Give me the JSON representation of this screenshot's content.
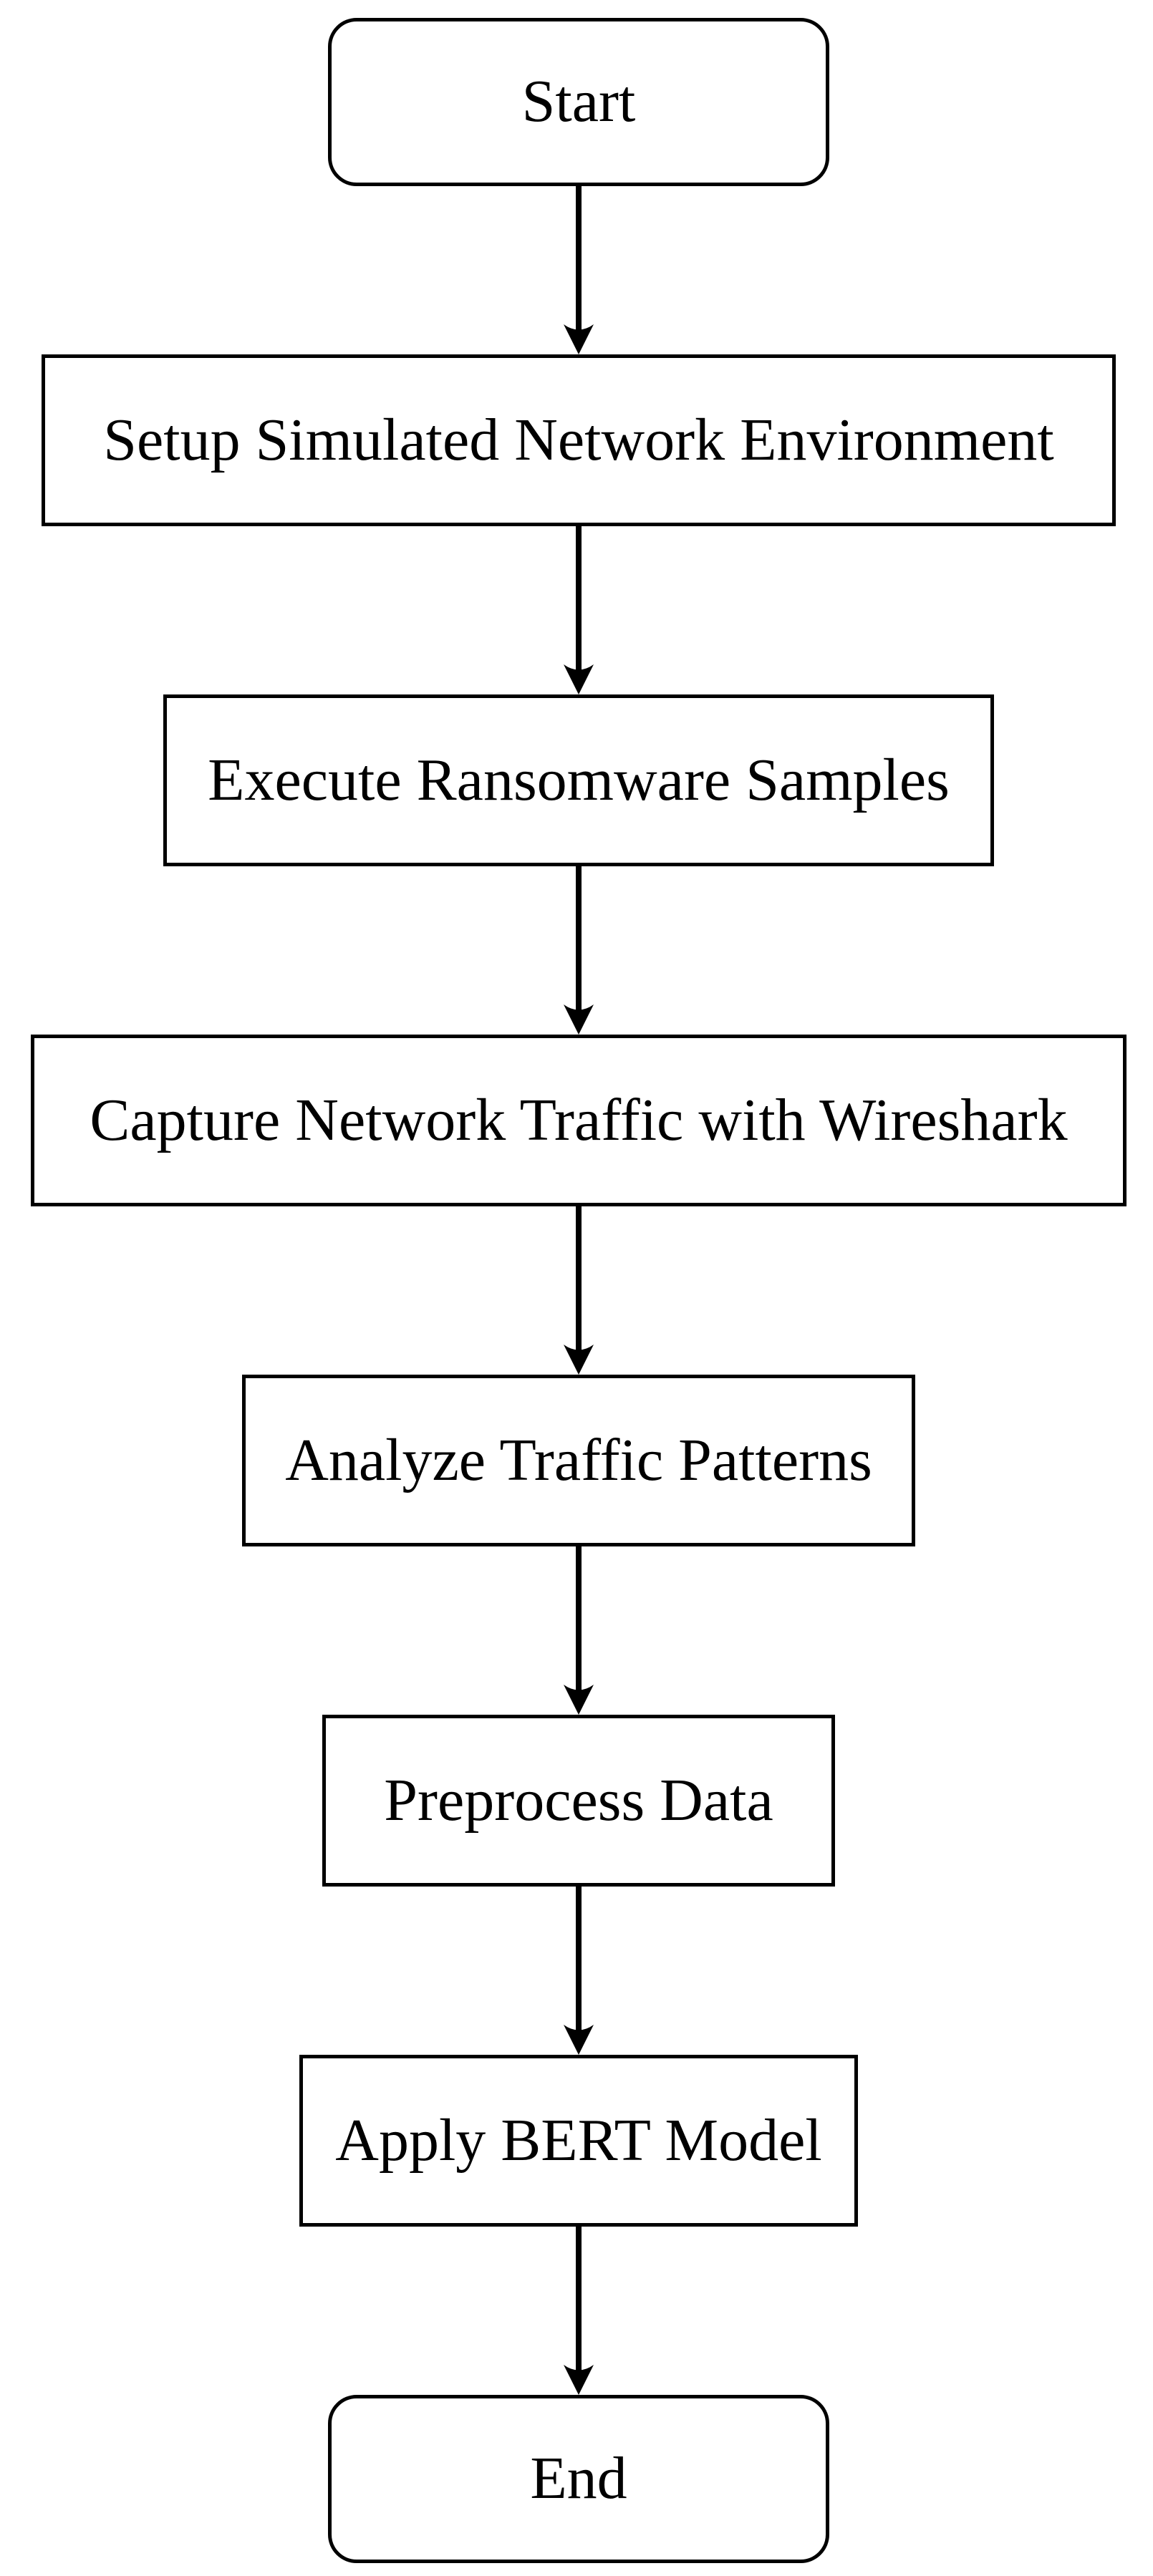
{
  "diagram": {
    "type": "flowchart",
    "direction": "top-down",
    "colors": {
      "background": "#ffffff",
      "node_fill": "#ffffff",
      "node_stroke": "#000000",
      "text": "#000000",
      "arrow": "#000000"
    },
    "nodes": [
      {
        "id": "start",
        "label": "Start",
        "shape": "rounded-terminator"
      },
      {
        "id": "setup",
        "label": "Setup Simulated Network Environment",
        "shape": "process-rect"
      },
      {
        "id": "execute",
        "label": "Execute Ransomware Samples",
        "shape": "process-rect"
      },
      {
        "id": "capture",
        "label": "Capture Network Traffic with Wireshark",
        "shape": "process-rect"
      },
      {
        "id": "analyze",
        "label": "Analyze Traffic Patterns",
        "shape": "process-rect"
      },
      {
        "id": "preprocess",
        "label": "Preprocess Data",
        "shape": "process-rect"
      },
      {
        "id": "bert",
        "label": "Apply BERT Model",
        "shape": "process-rect"
      },
      {
        "id": "end",
        "label": "End",
        "shape": "rounded-terminator"
      }
    ],
    "edges": [
      {
        "from": "start",
        "to": "setup"
      },
      {
        "from": "setup",
        "to": "execute"
      },
      {
        "from": "execute",
        "to": "capture"
      },
      {
        "from": "capture",
        "to": "analyze"
      },
      {
        "from": "analyze",
        "to": "preprocess"
      },
      {
        "from": "preprocess",
        "to": "bert"
      },
      {
        "from": "bert",
        "to": "end"
      }
    ]
  }
}
